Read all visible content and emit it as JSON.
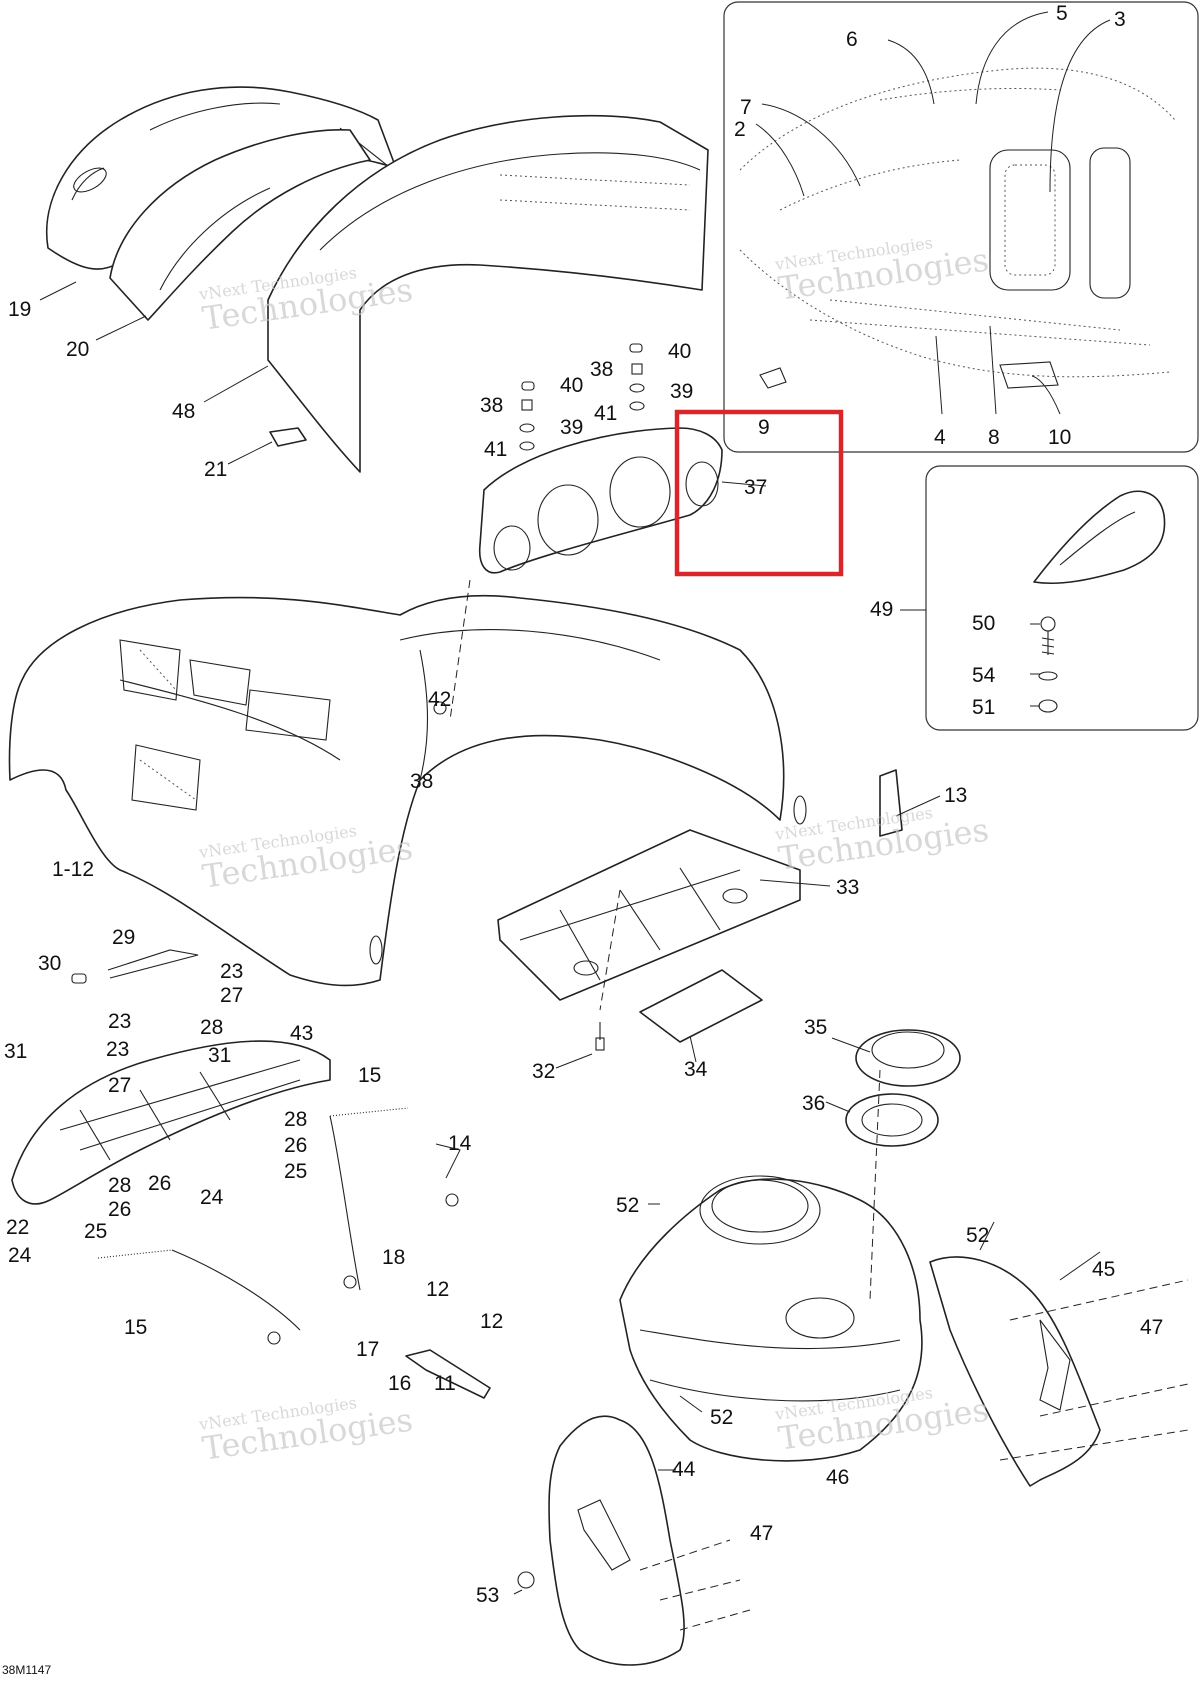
{
  "document_id": "38M1147",
  "highlight_color": "#d9262a",
  "watermark": {
    "line1": "vNext Technologies",
    "line2": "Technologies"
  },
  "callouts": [
    {
      "id": "c19",
      "label": "19"
    },
    {
      "id": "c20",
      "label": "20"
    },
    {
      "id": "c48",
      "label": "48"
    },
    {
      "id": "c21",
      "label": "21"
    },
    {
      "id": "c6",
      "label": "6"
    },
    {
      "id": "c5",
      "label": "5"
    },
    {
      "id": "c3",
      "label": "3"
    },
    {
      "id": "c7",
      "label": "7"
    },
    {
      "id": "c2",
      "label": "2"
    },
    {
      "id": "c4",
      "label": "4"
    },
    {
      "id": "c8",
      "label": "8"
    },
    {
      "id": "c10",
      "label": "10"
    },
    {
      "id": "c9",
      "label": "9"
    },
    {
      "id": "c38a",
      "label": "38"
    },
    {
      "id": "c40a",
      "label": "40"
    },
    {
      "id": "c39a",
      "label": "39"
    },
    {
      "id": "c41a",
      "label": "41"
    },
    {
      "id": "c40b",
      "label": "40"
    },
    {
      "id": "c38b",
      "label": "38"
    },
    {
      "id": "c39b",
      "label": "39"
    },
    {
      "id": "c41b",
      "label": "41"
    },
    {
      "id": "c37",
      "label": "37"
    },
    {
      "id": "c49",
      "label": "49"
    },
    {
      "id": "c50",
      "label": "50"
    },
    {
      "id": "c54",
      "label": "54"
    },
    {
      "id": "c51",
      "label": "51"
    },
    {
      "id": "c42",
      "label": "42"
    },
    {
      "id": "c38c",
      "label": "38"
    },
    {
      "id": "c1_12",
      "label": "1-12"
    },
    {
      "id": "c13",
      "label": "13"
    },
    {
      "id": "c33",
      "label": "33"
    },
    {
      "id": "c29",
      "label": "29"
    },
    {
      "id": "c30",
      "label": "30"
    },
    {
      "id": "c23a",
      "label": "23"
    },
    {
      "id": "c27a",
      "label": "27"
    },
    {
      "id": "c43",
      "label": "43"
    },
    {
      "id": "c23b",
      "label": "23"
    },
    {
      "id": "c28a",
      "label": "28"
    },
    {
      "id": "c31a",
      "label": "31"
    },
    {
      "id": "c23c",
      "label": "23"
    },
    {
      "id": "c31b",
      "label": "31"
    },
    {
      "id": "c27b",
      "label": "27"
    },
    {
      "id": "c28b",
      "label": "28"
    },
    {
      "id": "c26a",
      "label": "26"
    },
    {
      "id": "c25a",
      "label": "25"
    },
    {
      "id": "c24a",
      "label": "24"
    },
    {
      "id": "c26b",
      "label": "26"
    },
    {
      "id": "c28c",
      "label": "28"
    },
    {
      "id": "c26c",
      "label": "26"
    },
    {
      "id": "c25b",
      "label": "25"
    },
    {
      "id": "c22",
      "label": "22"
    },
    {
      "id": "c24b",
      "label": "24"
    },
    {
      "id": "c15a",
      "label": "15"
    },
    {
      "id": "c14",
      "label": "14"
    },
    {
      "id": "c15b",
      "label": "15"
    },
    {
      "id": "c18",
      "label": "18"
    },
    {
      "id": "c12a",
      "label": "12"
    },
    {
      "id": "c12b",
      "label": "12"
    },
    {
      "id": "c17",
      "label": "17"
    },
    {
      "id": "c16",
      "label": "16"
    },
    {
      "id": "c11",
      "label": "11"
    },
    {
      "id": "c32",
      "label": "32"
    },
    {
      "id": "c34",
      "label": "34"
    },
    {
      "id": "c35",
      "label": "35"
    },
    {
      "id": "c36",
      "label": "36"
    },
    {
      "id": "c52a",
      "label": "52"
    },
    {
      "id": "c52b",
      "label": "52"
    },
    {
      "id": "c52c",
      "label": "52"
    },
    {
      "id": "c45",
      "label": "45"
    },
    {
      "id": "c47a",
      "label": "47"
    },
    {
      "id": "c46",
      "label": "46"
    },
    {
      "id": "c44",
      "label": "44"
    },
    {
      "id": "c47b",
      "label": "47"
    },
    {
      "id": "c53",
      "label": "53"
    }
  ]
}
